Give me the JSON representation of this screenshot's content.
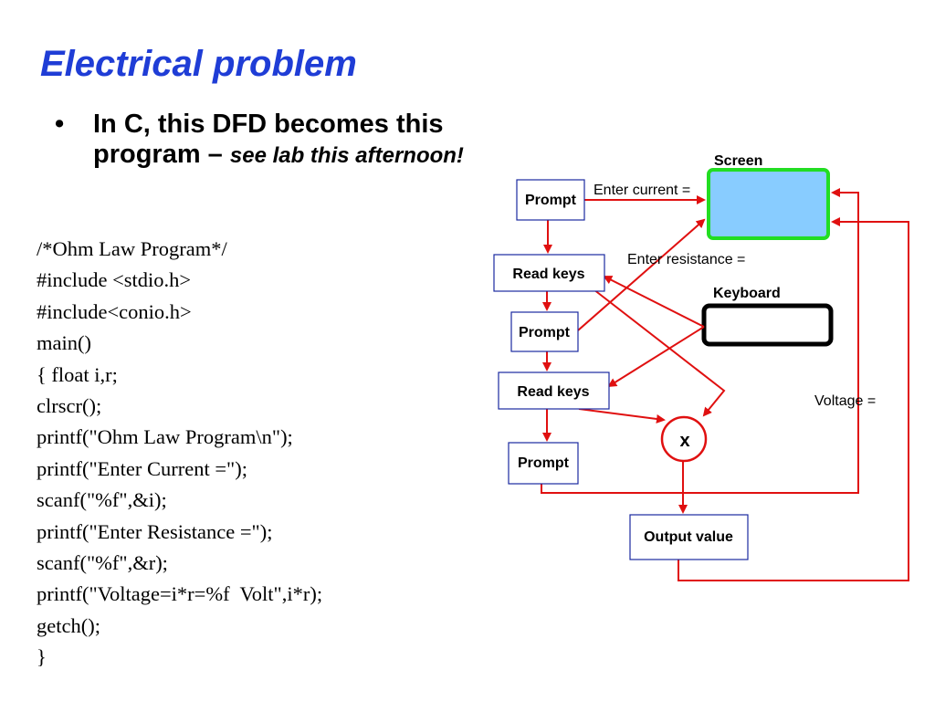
{
  "slide": {
    "title": "Electrical problem",
    "bullet": {
      "marker": "•",
      "text_bold": "In C, this DFD becomes this program – ",
      "text_italic": "see lab this afternoon!"
    }
  },
  "code_lines": [
    "/*Ohm Law Program*/",
    "#include <stdio.h>",
    "#include<conio.h>",
    "main()",
    "{ float i,r;",
    "clrscr();",
    "printf(\"Ohm Law Program\\n\");",
    "printf(\"Enter Current =\");",
    "scanf(\"%f\",&i);",
    "printf(\"Enter Resistance =\");",
    "scanf(\"%f\",&r);",
    "printf(\"Voltage=i*r=%f  Volt\",i*r);",
    "getch();",
    "}"
  ],
  "diagram": {
    "nodes": {
      "prompt1": "Prompt",
      "readkeys1": "Read keys",
      "prompt2": "Prompt",
      "readkeys2": "Read keys",
      "prompt3": "Prompt",
      "multiply": "x",
      "output": "Output value"
    },
    "headings": {
      "screen": "Screen",
      "keyboard": "Keyboard"
    },
    "edge_labels": {
      "enter_current": "Enter current =",
      "enter_resistance": "Enter resistance =",
      "voltage": "Voltage ="
    },
    "colors": {
      "flow": "#e01010",
      "screen_fill": "#88ccff",
      "screen_border": "#22dd22",
      "box_border": "#1a2aa0",
      "title": "#1f3dd6"
    }
  }
}
